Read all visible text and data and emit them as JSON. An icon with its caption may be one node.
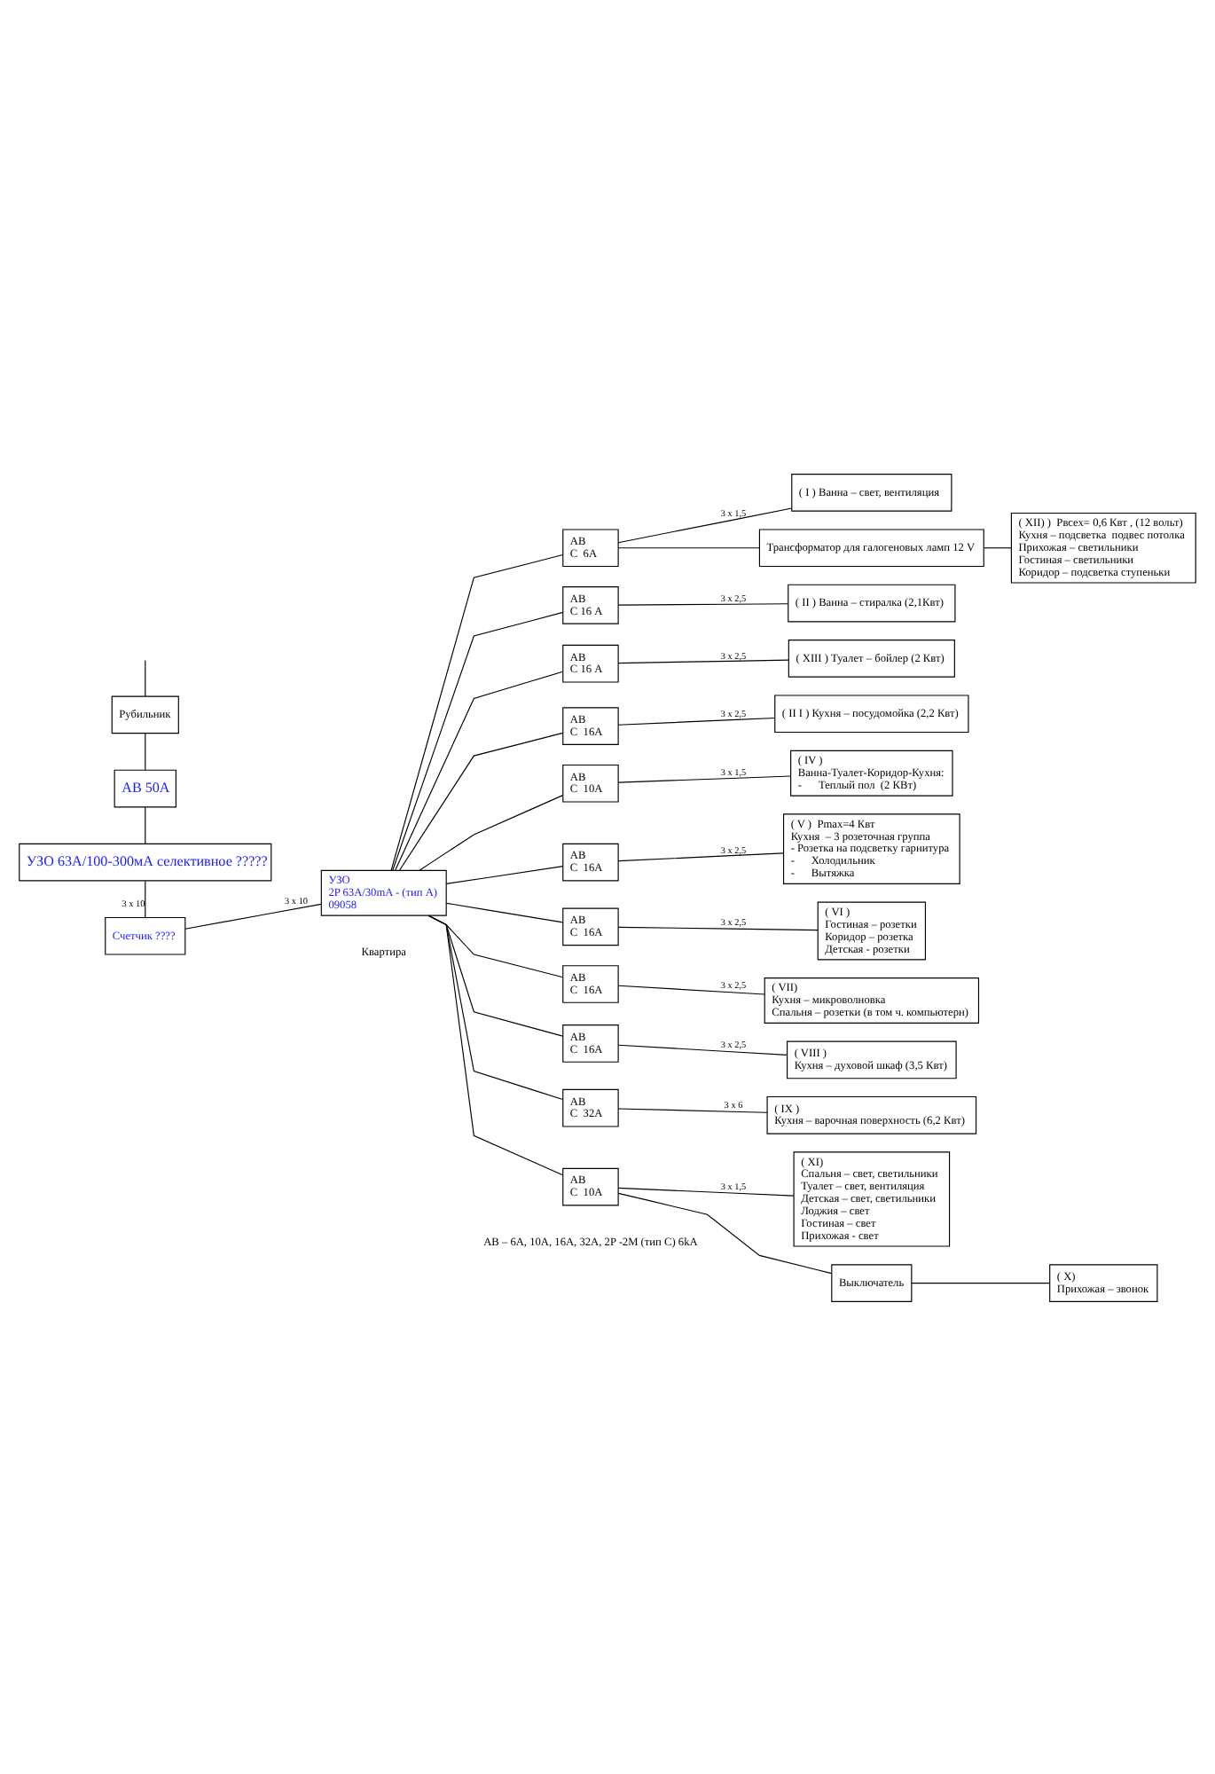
{
  "diagram": {
    "nodes": [
      {
        "text": [
          "Рубильник"
        ]
      },
      {
        "text": [
          "АВ 50А"
        ]
      },
      {
        "text": [
          "УЗО 63А/100-300мА селективное ?????"
        ]
      },
      {
        "text": [
          "Счетчик ????"
        ]
      },
      {
        "text": [
          "УЗО",
          "2P 63А/30mA - (тип А)",
          "09058"
        ]
      },
      {
        "text": [
          "АВ",
          "С  6А"
        ]
      },
      {
        "text": [
          "( I ) Ванна – свет, вентиляция"
        ]
      },
      {
        "text": [
          "Трансформатор для галогеновых ламп 12 V"
        ]
      },
      {
        "text": [
          "( XII) )  Рвсех= 0,6 Квт , (12 вольт)",
          "Кухня – подсветка  подвес потолка",
          "Прихожая – светильники",
          "Гостиная – светильники",
          "Коридор – подсветка ступеньки"
        ]
      },
      {
        "text": [
          "АВ",
          "С 16 А"
        ]
      },
      {
        "text": [
          "( II ) Ванна – стиралка (2,1Квт)"
        ]
      },
      {
        "text": [
          "АВ",
          "С 16 А"
        ]
      },
      {
        "text": [
          "( XIII ) Туалет – бойлер (2 Квт)"
        ]
      },
      {
        "text": [
          "АВ",
          "С  16А"
        ]
      },
      {
        "text": [
          "( II I ) Кухня – посудомойка (2,2 Квт)"
        ]
      },
      {
        "text": [
          "АВ",
          "С  10А"
        ]
      },
      {
        "text": [
          "( IV )",
          "Ванна-Туалет-Коридор-Кухня:",
          "-      Теплый пол  (2 КВт)"
        ]
      },
      {
        "text": [
          "АВ",
          "С  16А"
        ]
      },
      {
        "text": [
          "( V )  Pmax=4 Квт",
          "Кухня  – 3 розеточная группа",
          "- Розетка на подсветку гарнитура",
          "-      Холодильник",
          "-      Вытяжка"
        ]
      },
      {
        "text": [
          "АВ",
          "С  16А"
        ]
      },
      {
        "text": [
          "( VI )",
          "Гостиная – розетки",
          "Коридор – розетка",
          "Детская - розетки"
        ]
      },
      {
        "text": [
          "АВ",
          "С  16А"
        ]
      },
      {
        "text": [
          "( VII)",
          "Кухня – микроволновка",
          "Спальня – розетки (в том ч. компьютерн)"
        ]
      },
      {
        "text": [
          "АВ",
          "С  16А"
        ]
      },
      {
        "text": [
          "( VIII )",
          "Кухня – духовой шкаф (3,5 Квт)"
        ]
      },
      {
        "text": [
          "АВ",
          "С  32А"
        ]
      },
      {
        "text": [
          "( IX )",
          "Кухня – варочная поверхность (6,2 Квт)"
        ]
      },
      {
        "text": [
          "АВ",
          "С  10А"
        ]
      },
      {
        "text": [
          "( XI)",
          "Спальня – свет, светильники",
          "Туалет – свет, вентиляция",
          "Детская – свет, светильники",
          "Лоджия – свет",
          "Гостиная – свет",
          "Прихожая - свет"
        ]
      },
      {
        "text": [
          "Выключатель"
        ]
      },
      {
        "text": [
          "( X)",
          "Прихожая – звонок"
        ]
      }
    ],
    "edges": [
      {
        "from": null,
        "to": 0,
        "arrow": "none"
      },
      {
        "from": 0,
        "to": 1,
        "arrow": "none"
      },
      {
        "from": 1,
        "to": 2,
        "arrow": "none"
      },
      {
        "from": 2,
        "to": 3,
        "arrow": "none",
        "label": "3 x 10"
      },
      {
        "from": 3,
        "to": 4,
        "arrow": "none",
        "label": "3 x 10"
      },
      {
        "from": 4,
        "to": 5,
        "arrow": "none"
      },
      {
        "from": 4,
        "to": 9,
        "arrow": "none"
      },
      {
        "from": 4,
        "to": 11,
        "arrow": "none"
      },
      {
        "from": 4,
        "to": 13,
        "arrow": "none"
      },
      {
        "from": 4,
        "to": 15,
        "arrow": "none"
      },
      {
        "from": 4,
        "to": 17,
        "arrow": "none"
      },
      {
        "from": 4,
        "to": 19,
        "arrow": "none"
      },
      {
        "from": 4,
        "to": 21,
        "arrow": "none"
      },
      {
        "from": 4,
        "to": 23,
        "arrow": "none"
      },
      {
        "from": 4,
        "to": 25,
        "arrow": "none"
      },
      {
        "from": 4,
        "to": 27,
        "arrow": "none"
      },
      {
        "from": 5,
        "to": 6,
        "arrow": "none",
        "label": "3 x 1,5"
      },
      {
        "from": 5,
        "to": 7,
        "arrow": "none"
      },
      {
        "from": 7,
        "to": 8,
        "arrow": "none"
      },
      {
        "from": 9,
        "to": 10,
        "arrow": "none",
        "label": "3 x 2,5"
      },
      {
        "from": 11,
        "to": 12,
        "arrow": "none",
        "label": "3 x 2,5"
      },
      {
        "from": 13,
        "to": 14,
        "arrow": "none",
        "label": "3 x 2,5"
      },
      {
        "from": 15,
        "to": 16,
        "arrow": "none",
        "label": "3 x 1,5"
      },
      {
        "from": 17,
        "to": 18,
        "arrow": "none",
        "label": "3 x 2,5"
      },
      {
        "from": 19,
        "to": 20,
        "arrow": "none",
        "label": "3 x 2,5"
      },
      {
        "from": 21,
        "to": 22,
        "arrow": "none",
        "label": "3 x 2,5"
      },
      {
        "from": 23,
        "to": 24,
        "arrow": "none",
        "label": "3 x 2,5"
      },
      {
        "from": 25,
        "to": 26,
        "arrow": "none",
        "label": "3 x 6"
      },
      {
        "from": 27,
        "to": 28,
        "arrow": "none",
        "label": "3 x 1,5"
      },
      {
        "from": 27,
        "to": 29,
        "arrow": "none"
      },
      {
        "from": 29,
        "to": 30,
        "arrow": "none"
      }
    ],
    "labels": [
      "Квартира",
      "АВ – 6А, 10А, 16А, 32А, 2P -2М (тип С) 6kA"
    ]
  }
}
